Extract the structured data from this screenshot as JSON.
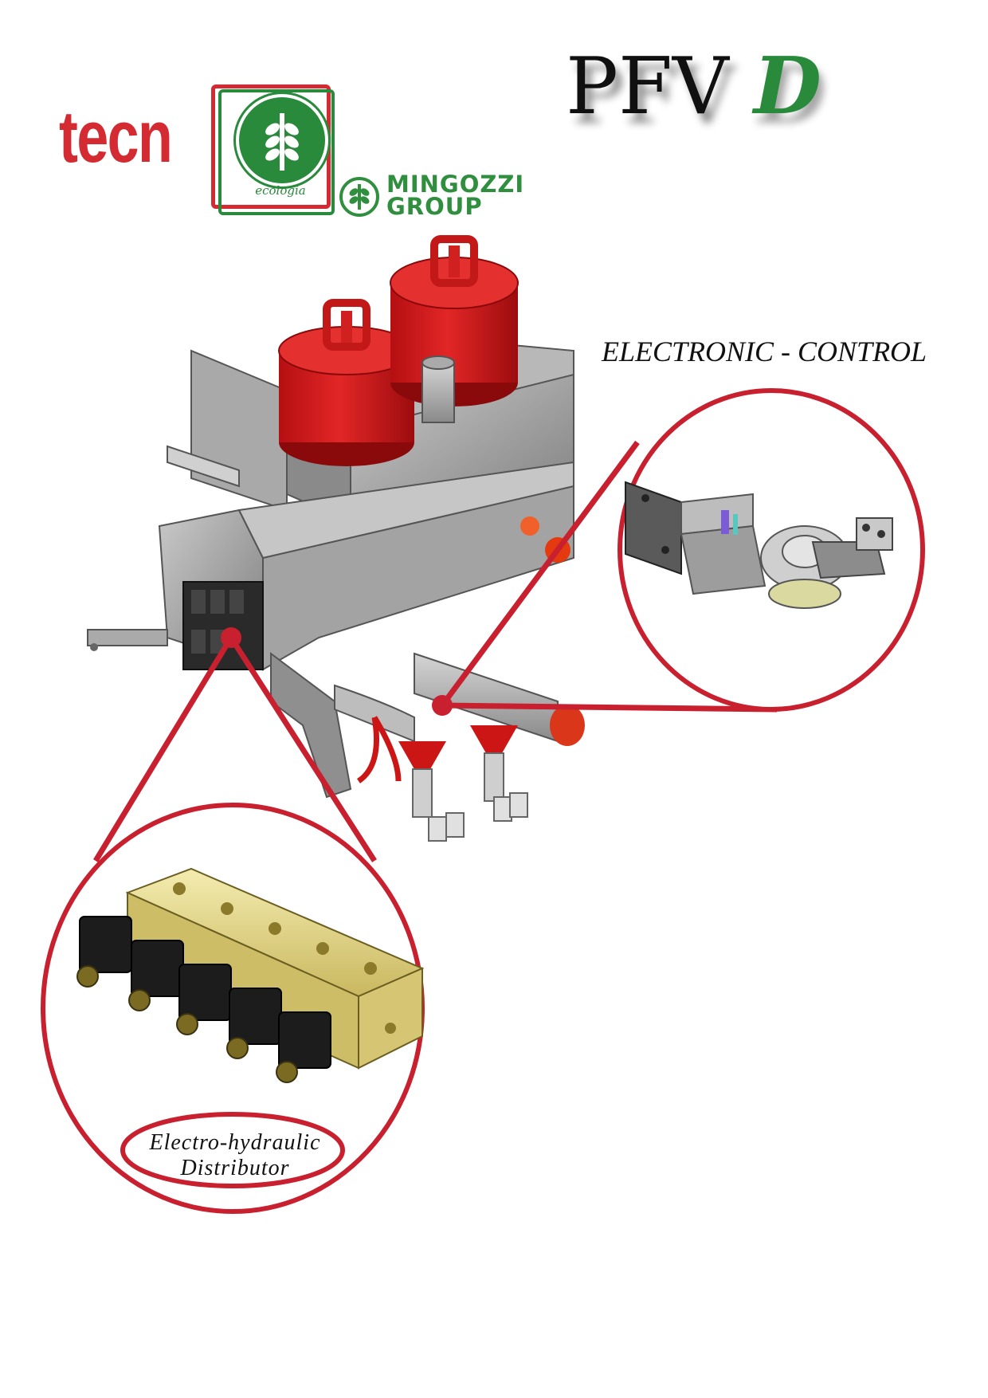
{
  "logos": {
    "tecno_word": "tecn",
    "tecno_sub": "ecologia",
    "mingozzi_line1": "MINGOZZI",
    "mingozzi_line2": "GROUP"
  },
  "title": {
    "main": "PFV",
    "suffix": "D"
  },
  "callouts": {
    "electronic_control": "ELECTRONIC - CONTROL",
    "distributor_line1": "Electro-hydraulic",
    "distributor_line2": "Distributor"
  },
  "colors": {
    "callout_red": "#c8202e",
    "machine_gray": "#9a9a9a",
    "tank_red": "#d21818",
    "valve_brass": "#e6d98a",
    "brand_green": "#2a8a3c",
    "brand_red": "#d42a32"
  }
}
